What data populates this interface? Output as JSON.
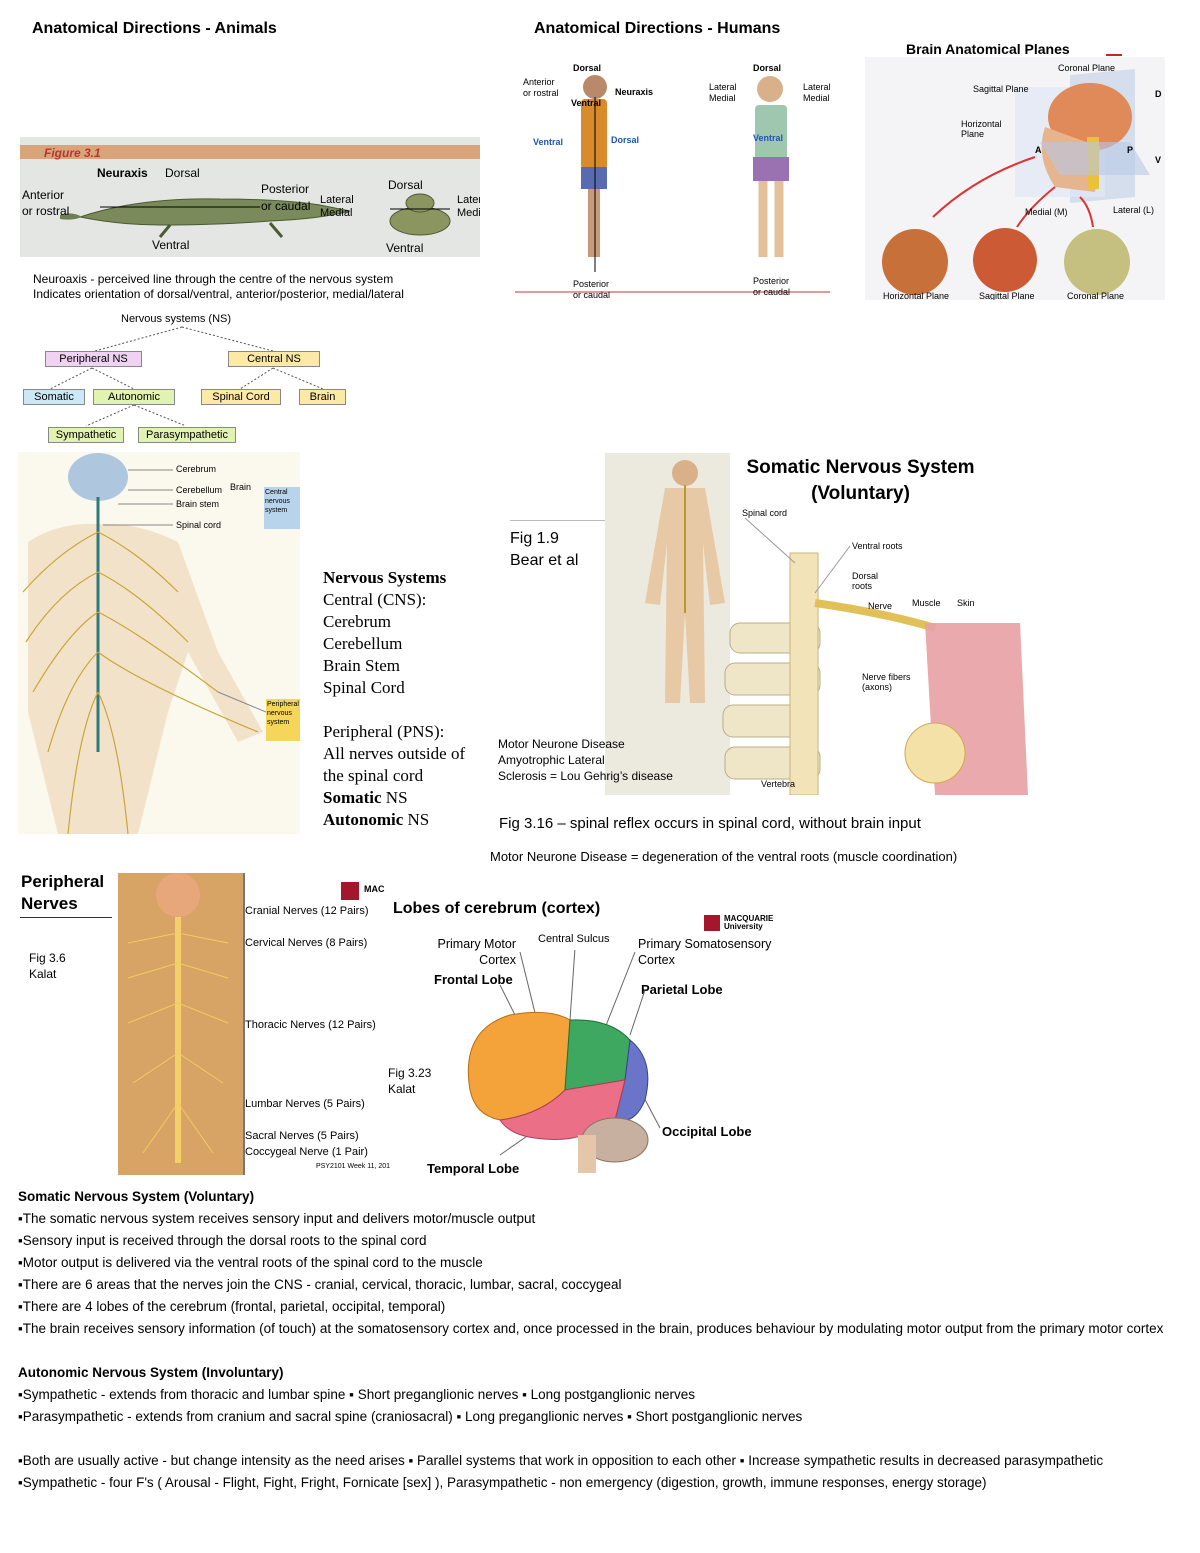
{
  "headings": {
    "animals": "Anatomical Directions - Animals",
    "humans": "Anatomical Directions - Humans",
    "planes": "Brain Anatomical Planes"
  },
  "animal_fig": {
    "figure_label": "Figure 3.1",
    "neuraxis": "Neuraxis",
    "dorsal": "Dorsal",
    "anterior": "Anterior",
    "or_rostral": "or rostral",
    "posterior": "Posterior",
    "or_caudal": "or caudal",
    "ventral": "Ventral",
    "dorsal2": "Dorsal",
    "lateral_l": "Lateral",
    "medial_l": "Medial",
    "lateral_r": "Lateral",
    "medial_r": "Medial",
    "ventral2": "Ventral",
    "caption1": "Neuroaxis - perceived line through the centre of the nervous system",
    "caption2": "Indicates orientation of dorsal/ventral, anterior/posterior, medial/lateral"
  },
  "human_fig": {
    "dorsal": "Dorsal",
    "anterior": "Anterior",
    "or_rostral": "or rostral",
    "ventral_head": "Ventral",
    "neuraxis": "Neuraxis",
    "ventral": "Ventral",
    "dorsal_back": "Dorsal",
    "posterior": "Posterior",
    "or_caudal": "or caudal",
    "dorsal2": "Dorsal",
    "lateral_l": "Lateral",
    "medial_l": "Medial",
    "lateral_r": "Lateral",
    "medial_r": "Medial",
    "ventral2": "Ventral",
    "posterior2": "Posterior",
    "or_caudal2": "or caudal"
  },
  "planes_fig": {
    "coronal": "Coronal Plane",
    "sagittal": "Sagittal Plane",
    "horizontal": "Horizontal Plane",
    "a": "A",
    "p": "P",
    "d": "D",
    "v": "V",
    "medial": "Medial (M)",
    "lateral": "Lateral (L)",
    "caption_h": "Horizontal Plane",
    "caption_s": "Sagittal Plane",
    "caption_c": "Coronal Plane"
  },
  "tree": {
    "root": "Nervous systems (NS)",
    "peripheral": "Peripheral NS",
    "central": "Central NS",
    "somatic": "Somatic",
    "autonomic": "Autonomic",
    "spinal": "Spinal Cord",
    "brain": "Brain",
    "sympathetic": "Sympathetic",
    "parasympathetic": "Parasympathetic"
  },
  "ns_fig": {
    "cerebrum": "Cerebrum",
    "cerebellum": "Cerebellum",
    "brainstem": "Brain stem",
    "spinal": "Spinal cord",
    "brain": "Brain",
    "cns_box": "Central nervous system",
    "pns_box": "Peripheral nervous system"
  },
  "ns_list": {
    "title": "Nervous Systems",
    "central": "Central (CNS):",
    "cerebrum": "Cerebrum",
    "cerebellum": "Cerebellum",
    "brainstem": "Brain Stem",
    "spinal": "Spinal Cord",
    "peripheral": "Peripheral (PNS):",
    "all1": "All nerves outside of",
    "all2": "the spinal cord",
    "somatic_b": "Somatic",
    "ns1": " NS",
    "autonomic_b": "Autonomic",
    "ns2": " NS"
  },
  "somatic_fig": {
    "title1": "Somatic Nervous System",
    "title2": "(Voluntary)",
    "fig1": "Fig 1.9",
    "fig2": "Bear et al",
    "spinal": "Spinal cord",
    "ventral_roots": "Ventral roots",
    "dorsal_roots": "Dorsal roots",
    "nerve": "Nerve",
    "muscle": "Muscle",
    "skin": "Skin",
    "fibers": "Nerve fibers (axons)",
    "vertebra": "Vertebra",
    "mnd1": "Motor Neurone Disease",
    "mnd2": "Amyotrophic Lateral",
    "mnd3": "Sclerosis = Lou Gehrig’s disease",
    "reflex": "Fig 3.16 – spinal reflex occurs in spinal cord, without brain input",
    "mnd_note": "Motor Neurone Disease = degeneration of the ventral roots (muscle coordination)"
  },
  "peripheral_fig": {
    "title1": "Peripheral",
    "title2": "Nerves",
    "fig1": "Fig 3.6",
    "fig2": "Kalat",
    "cranial": "Cranial Nerves (12 Pairs)",
    "cervical": "Cervical Nerves (8 Pairs)",
    "thoracic": "Thoracic Nerves (12 Pairs)",
    "lumbar": "Lumbar Nerves (5 Pairs)",
    "sacral": "Sacral Nerves (5 Pairs)",
    "coccygeal": "Coccygeal Nerve (1 Pair)",
    "logo": "MAC",
    "footer": "PSY2101 Week 11, 201"
  },
  "lobes_fig": {
    "title": "Lobes of cerebrum (cortex)",
    "pmc1": "Primary Motor",
    "pmc2": "Cortex",
    "sulcus": "Central Sulcus",
    "psc1": "Primary Somatosensory",
    "psc2": "Cortex",
    "frontal": "Frontal Lobe",
    "parietal": "Parietal Lobe",
    "occipital": "Occipital Lobe",
    "temporal": "Temporal Lobe",
    "fig1": "Fig 3.23",
    "fig2": "Kalat",
    "logo1": "MACQUARIE",
    "logo2": "University"
  },
  "notes": {
    "somatic_title": "Somatic Nervous System (Voluntary)",
    "s1": "▪The somatic nervous system receives sensory input and delivers motor/muscle output",
    "s2": "▪Sensory input is received through the dorsal roots to the spinal cord",
    "s3": "▪Motor output is delivered via the ventral roots of the spinal cord to the muscle",
    "s4": "▪There are 6 areas that the nerves join the CNS - cranial, cervical, thoracic, lumbar, sacral, coccygeal",
    "s5": "▪There are 4 lobes of the cerebrum (frontal, parietal, occipital, temporal)",
    "s6": "▪The brain receives sensory information (of touch) at the somatosensory cortex and, once processed in the brain, produces behaviour by modulating motor output from the primary motor cortex",
    "auto_title": "Autonomic Nervous System (Involuntary)",
    "a1": "▪Sympathetic - extends from thoracic and lumbar spine ▪ Short preganglionic nerves ▪ Long postganglionic nerves",
    "a2": "▪Parasympathetic - extends from cranium and sacral spine (craniosacral) ▪ Long preganglionic nerves ▪ Short postganglionic nerves",
    "b1": "▪Both are usually active - but change intensity as the need arises ▪ Parallel systems that work in opposition to each other ▪ Increase sympathetic results in decreased parasympathetic",
    "b2": "▪Sympathetic - four F's ( Arousal - Flight, Fight, Fright, Fornicate [sex] ), Parasympathetic - non emergency (digestion, growth, immune responses, energy storage)"
  }
}
